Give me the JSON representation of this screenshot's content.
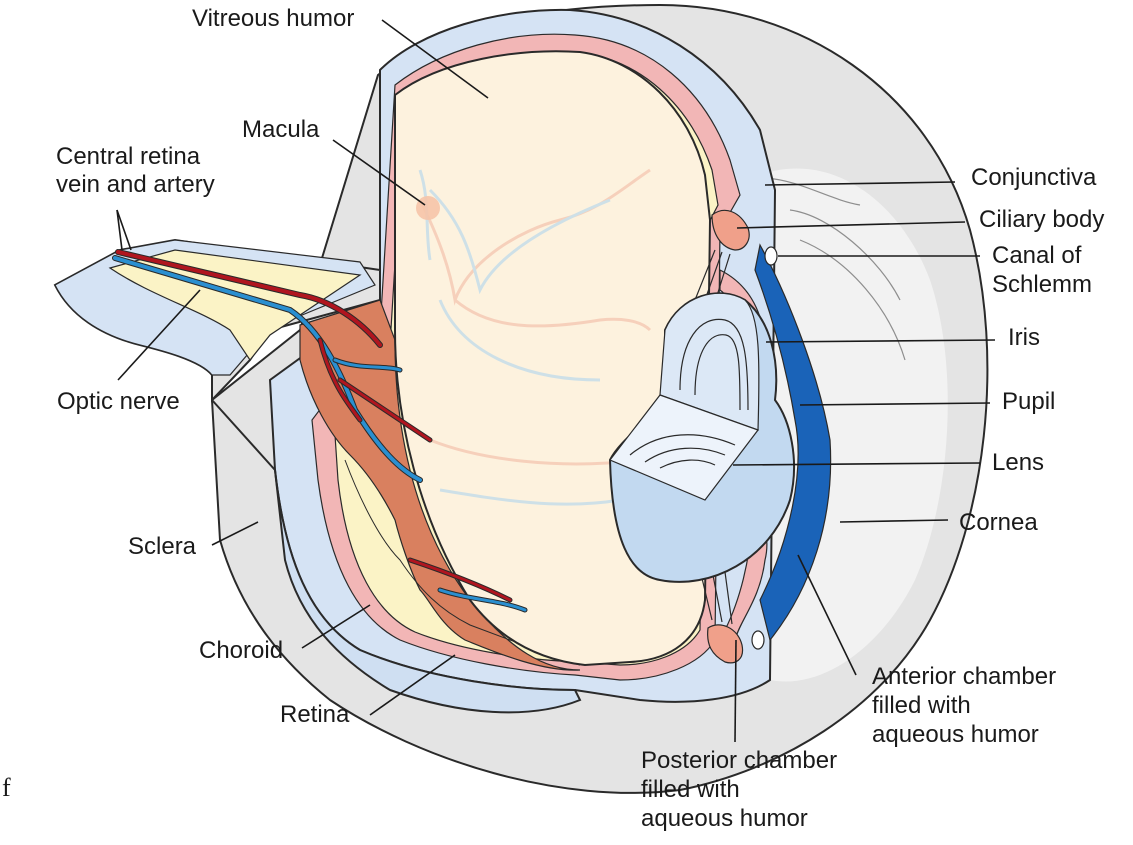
{
  "diagram": {
    "labels": {
      "vitreous_humor": "Vitreous humor",
      "macula": "Macula",
      "central_retina_l1": "Central retina",
      "central_retina_l2": "vein and artery",
      "optic_nerve": "Optic nerve",
      "sclera": "Sclera",
      "choroid": "Choroid",
      "retina": "Retina",
      "conjunctiva": "Conjunctiva",
      "ciliary_body": "Ciliary body",
      "canal_l1": "Canal of",
      "canal_l2": "Schlemm",
      "iris": "Iris",
      "pupil": "Pupil",
      "lens": "Lens",
      "cornea": "Cornea",
      "anterior_l1": "Anterior chamber",
      "anterior_l2": "filled with",
      "anterior_l3": "aqueous humor",
      "posterior_l1": "Posterior chamber",
      "posterior_l2": "filled with",
      "posterior_l3": "aqueous humor",
      "corner_mark": "f"
    },
    "colors": {
      "sclera": "#d5e3f4",
      "sclera_gray": "#e4e4e4",
      "choroid": "#f2b6b6",
      "retina": "#fbf3c6",
      "vitreous": "#fdf2de",
      "fundus": "#d9805f",
      "vein": "#2a8fd0",
      "artery": "#b0151f",
      "aqueous": "#1a63b8",
      "lens": "#c2d9f0",
      "ciliary": "#f0a08a"
    }
  }
}
